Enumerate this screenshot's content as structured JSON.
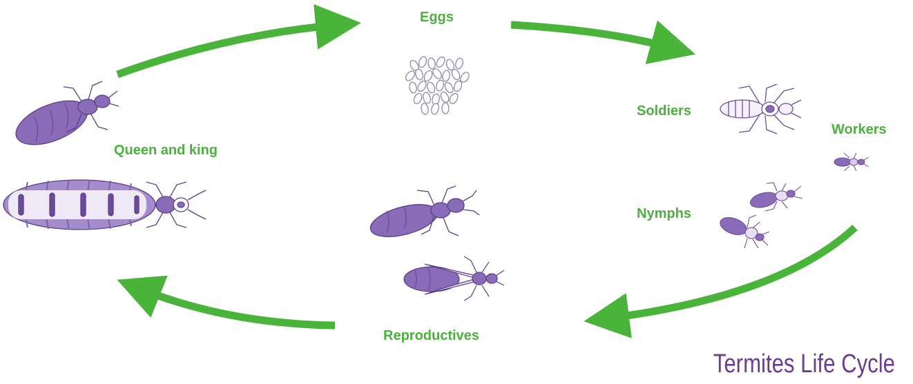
{
  "title": "Termites Life Cycle",
  "stages": {
    "eggs": "Eggs",
    "soldiers": "Soldiers",
    "workers": "Workers",
    "nymphs": "Nymphs",
    "reproductives": "Reproductives",
    "queen_and_king": "Queen and king"
  },
  "colors": {
    "arrow": "#49b33a",
    "label": "#4caf3e",
    "termite_body": "#8a6bb8",
    "termite_dark": "#6b4a9a",
    "termite_light": "#d9cdea",
    "title": "#6b3d8f"
  },
  "icons": [
    "eggs-cluster-icon",
    "soldier-termite-icon",
    "worker-termite-icon",
    "nymph-termite-icon",
    "reproductive-termite-icon",
    "winged-termite-icon",
    "king-termite-icon",
    "queen-termite-icon"
  ]
}
